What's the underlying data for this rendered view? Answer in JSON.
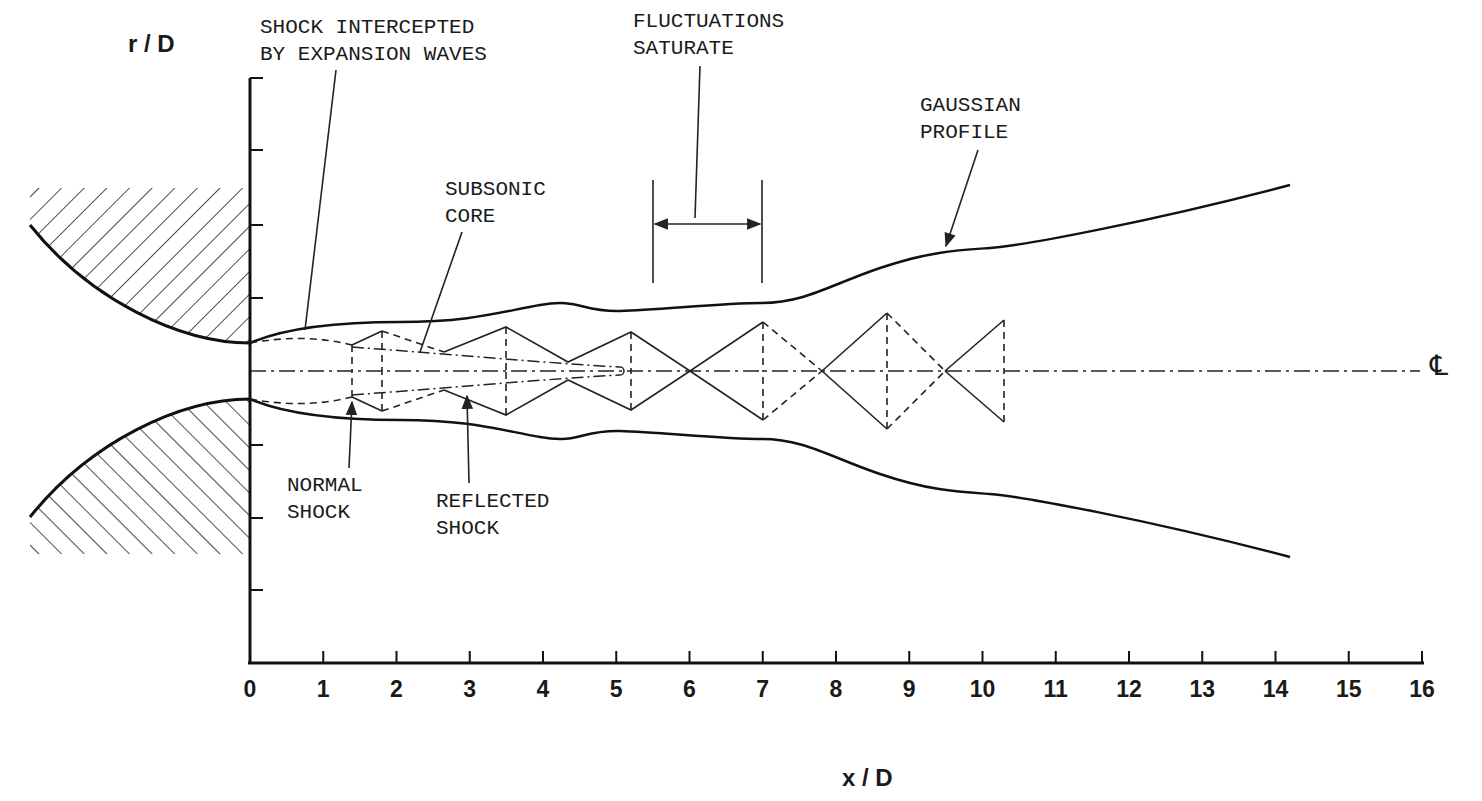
{
  "diagram": {
    "labels": [
      "r / D",
      "SHOCK INTERCEPTED BY EXPANSION WAVES",
      "FLUCTUATIONS SATURATE",
      "GAUSSIAN PROFILE",
      "SUBSONIC CORE",
      "℄",
      "NORMAL SHOCK",
      "REFLECTED SHOCK",
      "0",
      "1",
      "2",
      "3",
      "4",
      "5",
      "6",
      "7",
      "8",
      "9",
      "10",
      "11",
      "12",
      "13",
      "14",
      "15",
      "16",
      "x / D"
    ]
  }
}
